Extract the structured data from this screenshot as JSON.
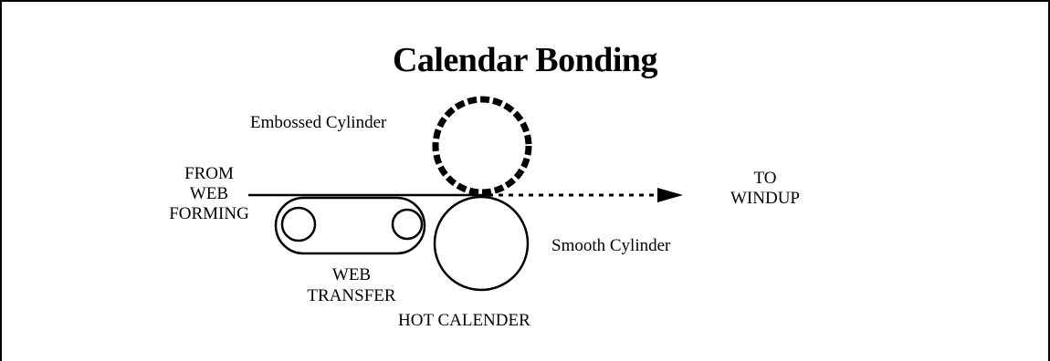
{
  "diagram": {
    "title": "Calendar Bonding",
    "labels": {
      "embossed_cylinder": "Embossed Cylinder",
      "from_line1": "FROM",
      "from_line2": "WEB",
      "from_line3": "FORMING",
      "to_line1": "TO",
      "to_line2": "WINDUP",
      "smooth_cylinder": "Smooth Cylinder",
      "web_transfer_line1": "WEB",
      "web_transfer_line2": "TRANSFER",
      "hot_calender": "HOT CALENDER"
    },
    "stroke_color": "#000000",
    "background_color": "#ffffff"
  }
}
